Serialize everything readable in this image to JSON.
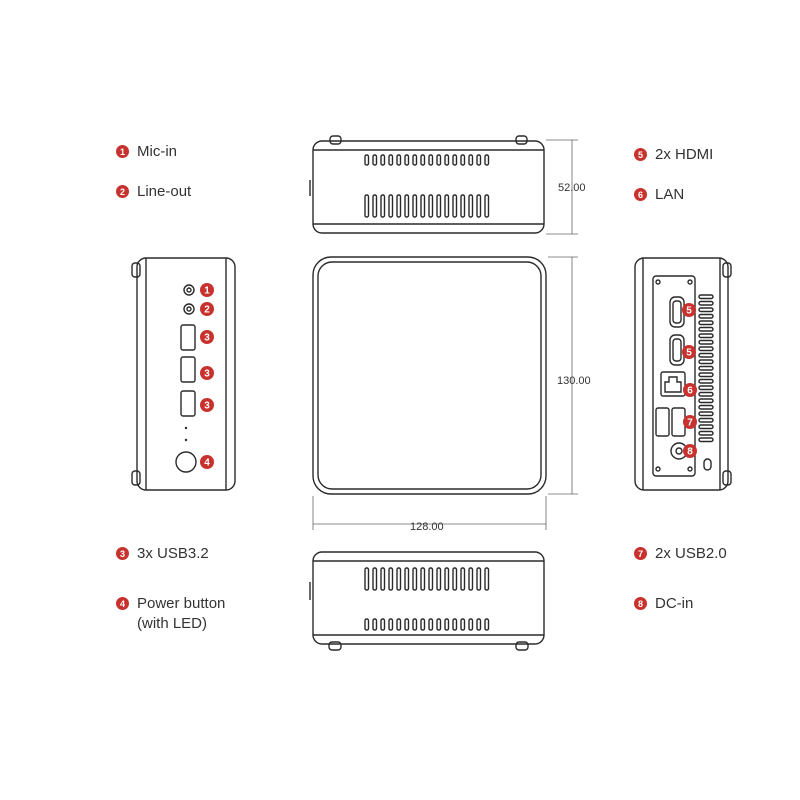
{
  "accent": "#c8322e",
  "legend": [
    {
      "num": "1",
      "label": "Mic-in"
    },
    {
      "num": "2",
      "label": "Line-out"
    },
    {
      "num": "3",
      "label": "3x USB3.2"
    },
    {
      "num": "4",
      "label": "Power button",
      "sub": "(with LED)"
    },
    {
      "num": "5",
      "label": "2x HDMI"
    },
    {
      "num": "6",
      "label": "LAN"
    },
    {
      "num": "7",
      "label": "2x USB2.0"
    },
    {
      "num": "8",
      "label": "DC-in"
    }
  ],
  "dimensions": {
    "height": "52.00",
    "depth": "130.00",
    "width": "128.00"
  },
  "front_callouts": [
    "1",
    "2",
    "3",
    "3",
    "3",
    "4"
  ],
  "rear_callouts": [
    "5",
    "5",
    "6",
    "7",
    "8"
  ]
}
